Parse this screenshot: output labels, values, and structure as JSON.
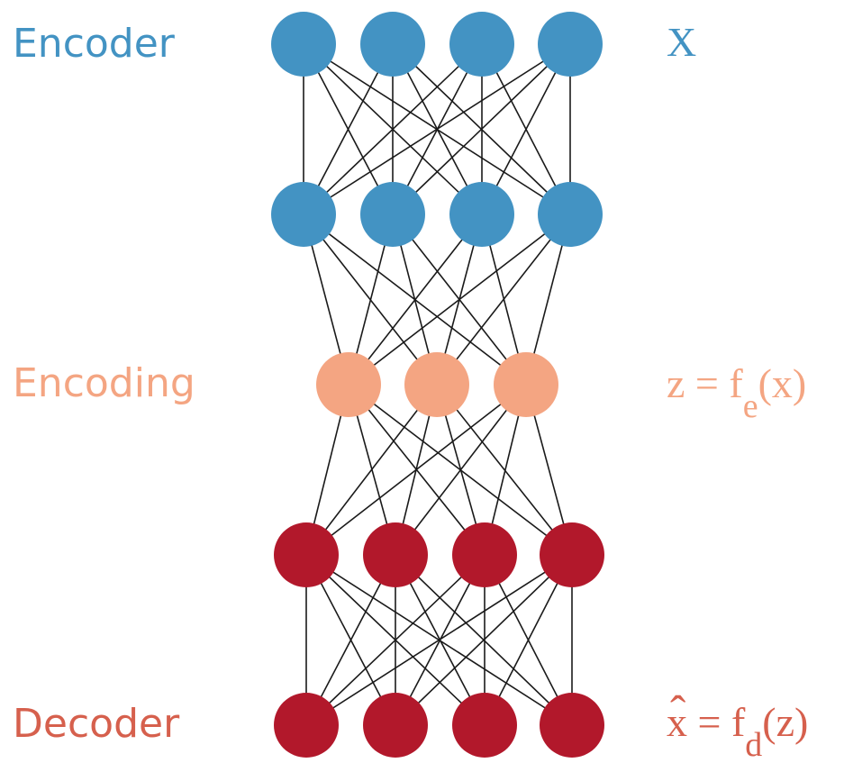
{
  "colors": {
    "encoder": "#4393c3",
    "encoding": "#f4a582",
    "decoder": "#b2182b",
    "decoder_label": "#d6604d",
    "edge": "#1a1a1a"
  },
  "labels": {
    "encoder": "Encoder",
    "encoding": "Encoding",
    "decoder": "Decoder"
  },
  "formulas": {
    "input": {
      "main": "X"
    },
    "encoding": {
      "pre": "z = f",
      "sub": "e",
      "post": "(x)"
    },
    "output": {
      "hat": "ˆ",
      "pre": "x = f",
      "sub": "d",
      "post": "(z)"
    }
  },
  "network": {
    "layers": [
      {
        "name": "input",
        "nodes": 4,
        "group": "encoder"
      },
      {
        "name": "hidden-encoder",
        "nodes": 4,
        "group": "encoder"
      },
      {
        "name": "encoding",
        "nodes": 3,
        "group": "encoding"
      },
      {
        "name": "hidden-decoder",
        "nodes": 4,
        "group": "decoder"
      },
      {
        "name": "output",
        "nodes": 4,
        "group": "decoder"
      }
    ],
    "connections": "fully-connected"
  }
}
